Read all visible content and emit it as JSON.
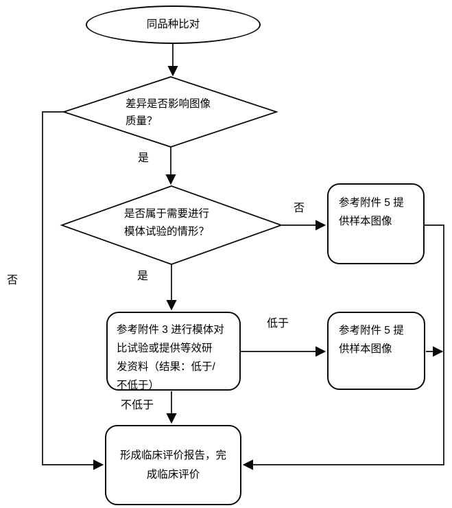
{
  "canvas": {
    "background": "#ffffff",
    "line_color": "#0a0a0a"
  },
  "nodes": {
    "start": {
      "type": "ellipse",
      "label": "同品种比对"
    },
    "decision_image_quality": {
      "type": "diamond",
      "label": "差异是否影响图像\n质量？"
    },
    "decision_phantom_test": {
      "type": "diamond",
      "label": "是否属于需要进行\n模体试验的情形？"
    },
    "annex5_top": {
      "type": "rounded-rect",
      "label": "参考附件 5 提\n供样本图像"
    },
    "annex3_test": {
      "type": "rounded-rect",
      "label": "参考附件 3 进行模体对\n比试验或提供等效研\n发资料（结果：低于/\n不低于）"
    },
    "annex5_mid": {
      "type": "rounded-rect",
      "label": "参考附件 5 提\n供样本图像"
    },
    "report": {
      "type": "rounded-rect",
      "label": "形成临床评价报告，完\n成临床评价"
    }
  },
  "edge_labels": {
    "yes1": "是",
    "no1": "否",
    "yes2": "是",
    "no2": "否",
    "lower": "低于",
    "not_lower": "不低于"
  }
}
